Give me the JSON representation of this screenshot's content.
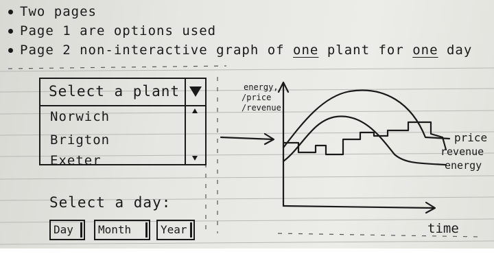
{
  "notes": {
    "line1": "Two pages",
    "line2": "Page 1 are options used",
    "line3_a": "Page 2 non-interactive graph of ",
    "line3_b": "one",
    "line3_c": " plant for ",
    "line3_d": "one",
    "line3_e": " day"
  },
  "plant_select": {
    "header": "Select a plant",
    "options": [
      "Norwich",
      "Brigton",
      "Exeter"
    ]
  },
  "day_select": {
    "label": "Select a day:",
    "buttons": [
      "Day",
      "Month",
      "Year"
    ]
  },
  "graph": {
    "y_axis_label_1": "energy,",
    "y_axis_label_2": "/price",
    "y_axis_label_3": "/revenue",
    "x_axis_label": "time",
    "series_labels": [
      "price",
      "revenue",
      "energy"
    ]
  },
  "colors": {
    "ink": "#1a1a1a",
    "paper": "#e6e6e2"
  }
}
